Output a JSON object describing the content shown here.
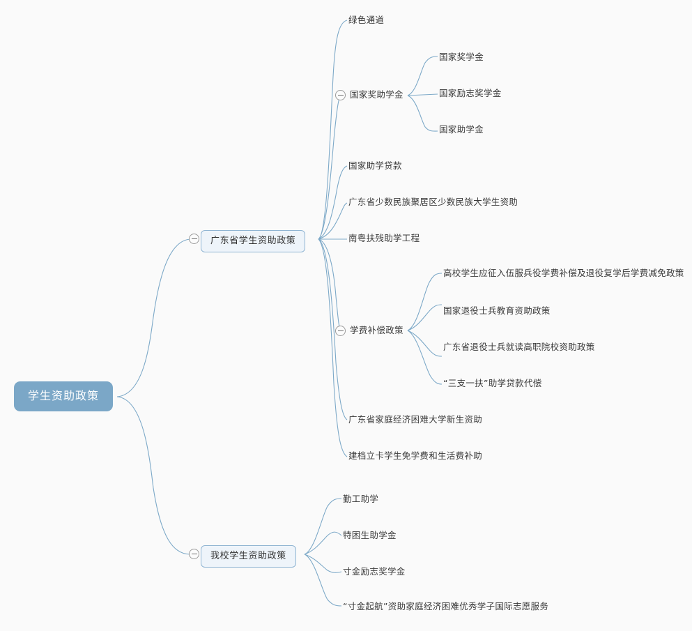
{
  "canvas": {
    "background": "#fafafa",
    "edge_color": "#7da9c8",
    "root_fill": "#7ba7c7",
    "root_text_color": "#ffffff",
    "branch_fill": "#eef4fa",
    "branch_border": "#8fb4d2",
    "text_color": "#3a3a3a"
  },
  "mindmap": {
    "root": {
      "label": "学生资助政策",
      "toggle": "collapse-minus-icon"
    },
    "branches": [
      {
        "id": "guangdong",
        "label": "广东省学生资助政策",
        "toggle": "collapse-minus-icon",
        "children": [
          {
            "id": "green-channel",
            "label": "绿色通道"
          },
          {
            "id": "national-awards",
            "label": "国家奖助学金",
            "toggle": "collapse-minus-icon",
            "children": [
              {
                "id": "national-scholarship",
                "label": "国家奖学金"
              },
              {
                "id": "national-inspirational-scholarship",
                "label": "国家励志奖学金"
              },
              {
                "id": "national-grant",
                "label": "国家助学金"
              }
            ]
          },
          {
            "id": "student-loan",
            "label": "国家助学贷款"
          },
          {
            "id": "minority-aid",
            "label": "广东省少数民族聚居区少数民族大学生资助"
          },
          {
            "id": "nanyue-disability",
            "label": "南粤扶残助学工程"
          },
          {
            "id": "tuition-compensation",
            "label": "学费补偿政策",
            "toggle": "collapse-minus-icon",
            "children": [
              {
                "id": "military-service-compensation",
                "label": "高校学生应征入伍服兵役学费补偿及退役复学后学费减免政策"
              },
              {
                "id": "veteran-education-aid",
                "label": "国家退役士兵教育资助政策"
              },
              {
                "id": "gd-veteran-vocational-aid",
                "label": "广东省退役士兵就读高职院校资助政策"
              },
              {
                "id": "three-support-one-help",
                "label": "“三支一扶”助学贷款代偿"
              }
            ]
          },
          {
            "id": "gd-freshman-aid",
            "label": "广东省家庭经济困难大学新生资助"
          },
          {
            "id": "registered-poor-exemption",
            "label": "建档立卡学生免学费和生活费补助"
          }
        ]
      },
      {
        "id": "school",
        "label": "我校学生资助政策",
        "toggle": "collapse-minus-icon",
        "children": [
          {
            "id": "work-study",
            "label": "勤工助学"
          },
          {
            "id": "special-hardship-grant",
            "label": "特困生助学金"
          },
          {
            "id": "cunjin-inspirational-scholarship",
            "label": "寸金励志奖学金"
          },
          {
            "id": "cunjin-qihang-volunteer",
            "label": "“寸金起航”资助家庭经济困难优秀学子国际志愿服务"
          }
        ]
      }
    ]
  }
}
